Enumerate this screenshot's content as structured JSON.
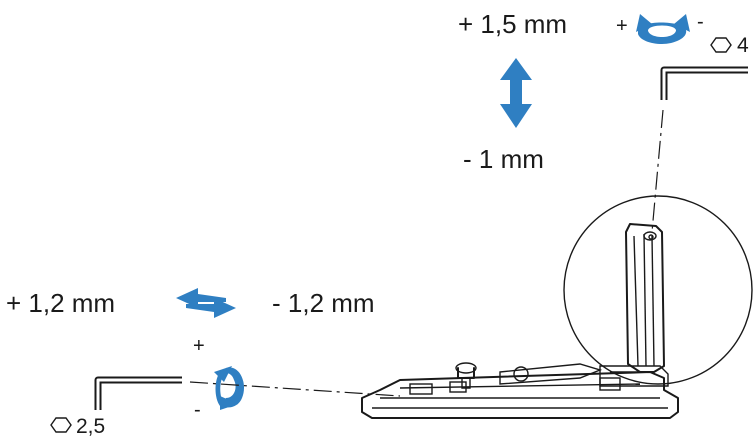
{
  "vertical_adjustment": {
    "plus_value": "+ 1,5 mm",
    "minus_value": "- 1 mm",
    "rotate_plus": "+",
    "rotate_minus": "-",
    "hex_key_size": "4"
  },
  "horizontal_adjustment": {
    "plus_value": "+ 1,2 mm",
    "minus_value": "- 1,2 mm",
    "rotate_plus": "+",
    "rotate_minus": "-",
    "hex_key_size": "2,5"
  },
  "colors": {
    "accent": "#2f7fc2",
    "line": "#1a1a1a"
  }
}
